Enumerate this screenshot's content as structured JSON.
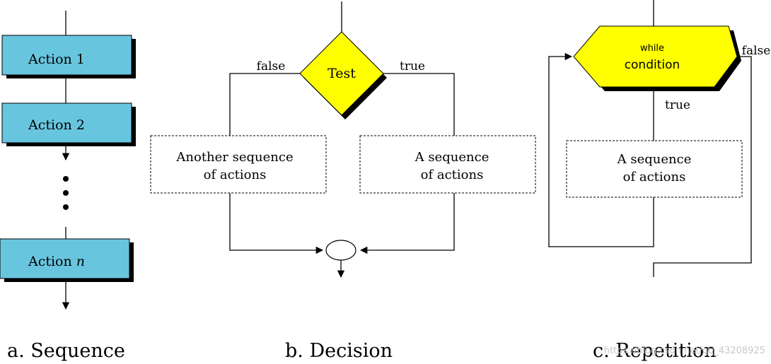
{
  "colors": {
    "action_fill": "#68c5de",
    "shape_fill": "#ffff00",
    "shadow": "#000000",
    "line": "#000000"
  },
  "sequence": {
    "action1": "Action 1",
    "action2": "Action 2",
    "actionN_prefix": "Action",
    "actionN_var": "n",
    "caption": "a. Sequence"
  },
  "decision": {
    "test_label": "Test",
    "false_label": "false",
    "true_label": "true",
    "false_box": [
      "Another sequence",
      "of actions"
    ],
    "true_box": [
      "A sequence",
      "of actions"
    ],
    "caption": "b. Decision"
  },
  "repetition": {
    "while_word": "while",
    "condition_word": "condition",
    "false_label": "false",
    "true_label": "true",
    "body_box": [
      "A sequence",
      "of actions"
    ],
    "caption": "c. Repetition"
  },
  "watermark": "https://blog.csdn.net/qq_43208925"
}
